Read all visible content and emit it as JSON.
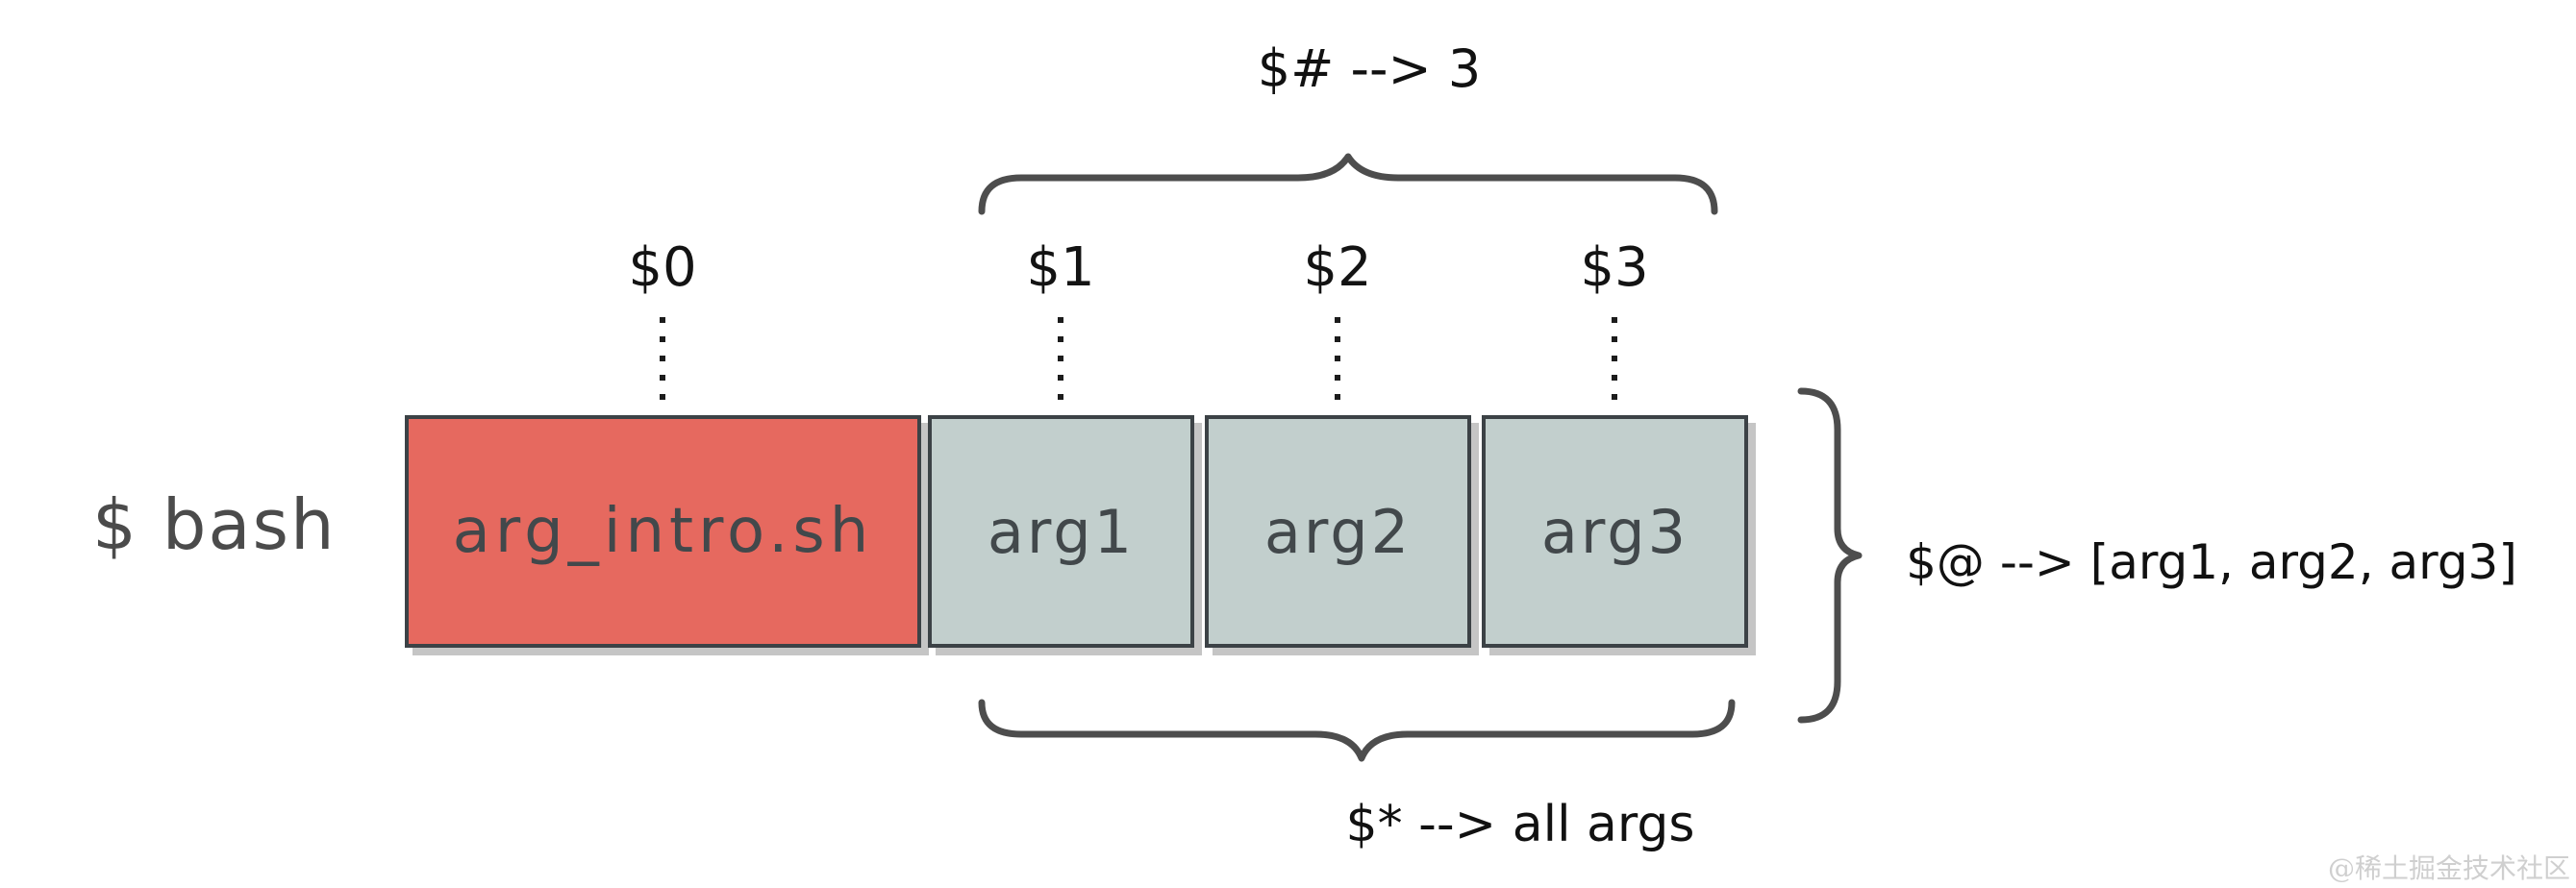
{
  "diagram": {
    "prompt": "$ bash",
    "script_box": {
      "label": "arg_intro.sh",
      "var": "$0"
    },
    "arg_boxes": [
      {
        "label": "arg1",
        "var": "$1"
      },
      {
        "label": "arg2",
        "var": "$2"
      },
      {
        "label": "arg3",
        "var": "$3"
      }
    ],
    "annotations": {
      "arg_count": "$# --> 3",
      "at_array": "$@ --> [arg1, arg2, arg3]",
      "star_all": "$* --> all args"
    },
    "watermark": "@稀土掘金技术社区"
  },
  "colors": {
    "script_box_fill": "#e6695f",
    "arg_box_fill": "#c2cfcd",
    "box_border": "#3c4246",
    "box_shadow": "#c5c5c5",
    "box_text": "#42484b",
    "label_text": "#131313",
    "prompt_text": "#4b4b4b",
    "brace_stroke": "#4d4d4d",
    "watermark_text": "#cfcfcf",
    "background": "#ffffff"
  }
}
